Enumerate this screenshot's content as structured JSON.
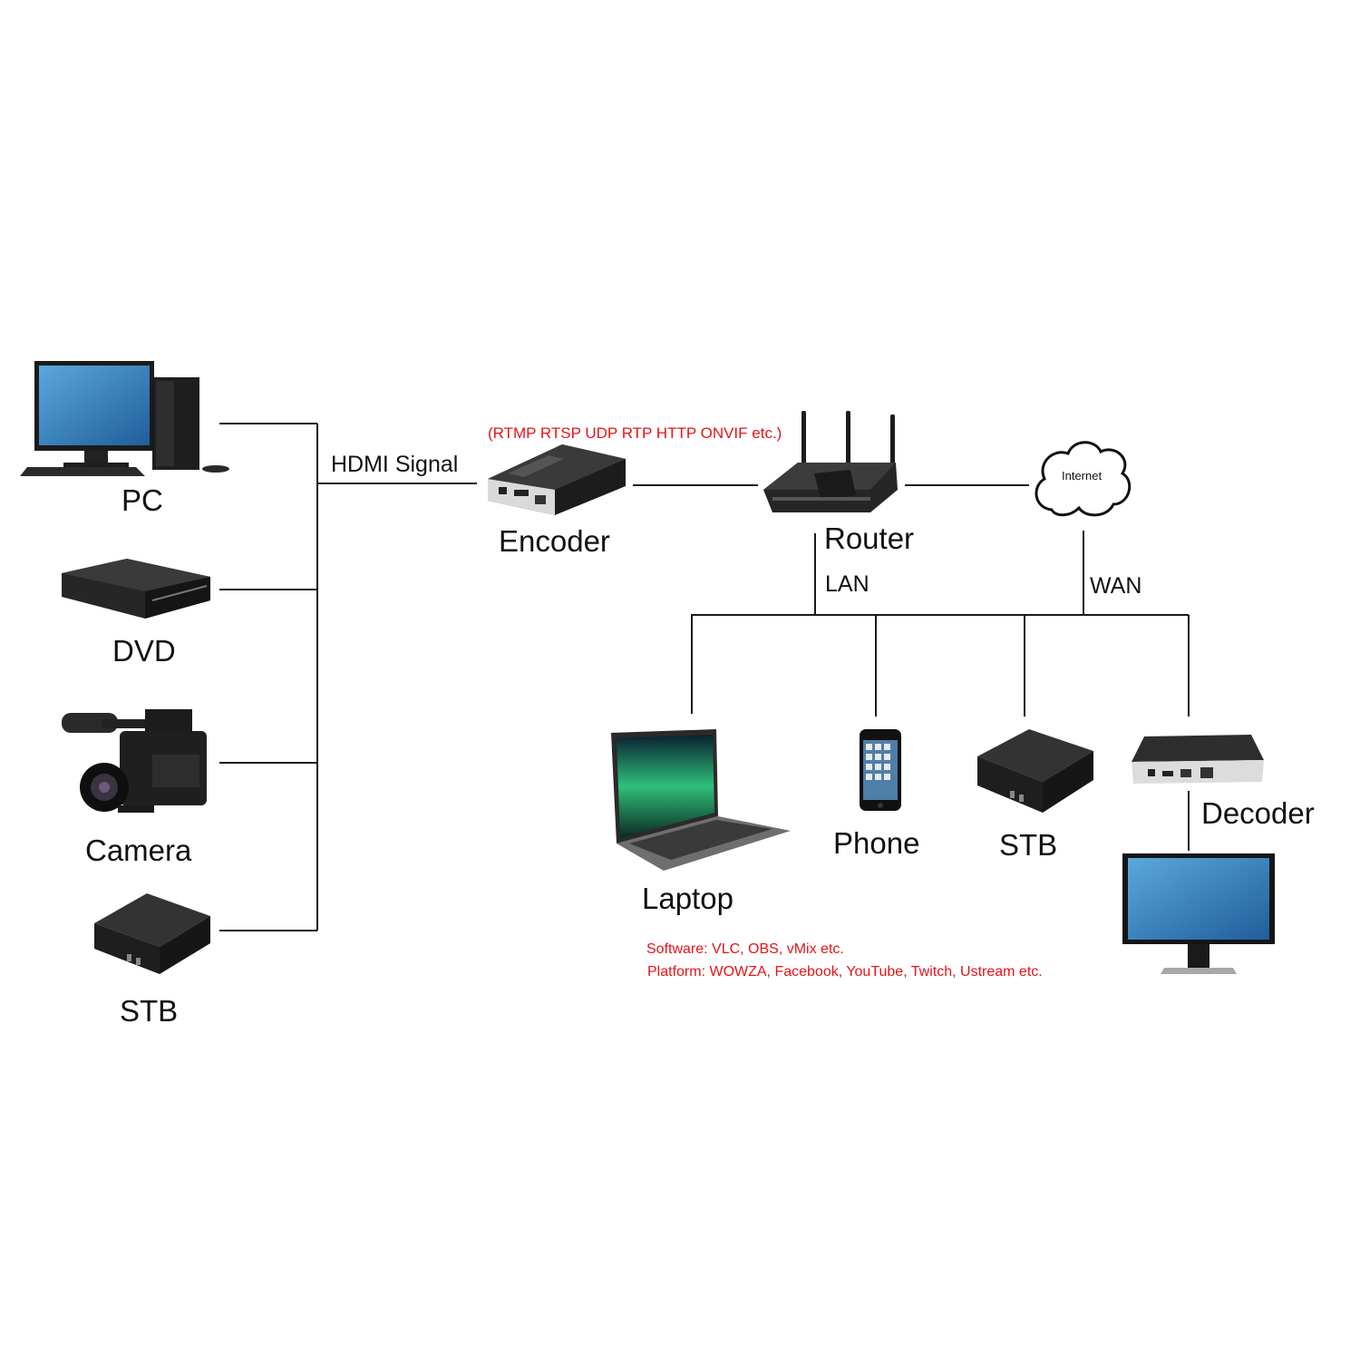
{
  "sources": {
    "pc": "PC",
    "dvd": "DVD",
    "camera": "Camera",
    "stb": "STB"
  },
  "link_label": "HDMI Signal",
  "encoder": {
    "label": "Encoder",
    "protocols": "(RTMP RTSP UDP RTP HTTP ONVIF etc.)"
  },
  "router": {
    "label": "Router",
    "lan_label": "LAN"
  },
  "internet": {
    "label": "Internet",
    "wan_label": "WAN"
  },
  "clients": {
    "laptop": "Laptop",
    "phone": "Phone",
    "stb": "STB",
    "decoder": "Decoder"
  },
  "notes": {
    "software": "Software: VLC, OBS, vMix etc.",
    "platform": "Platform: WOWZA, Facebook, YouTube, Twitch, Ustream etc."
  },
  "colors": {
    "line": "#1a1a1a",
    "note_text": "#e4141b",
    "device_dark": "#222222",
    "screen_blue": "#2f7fc0"
  },
  "icons": [
    "desktop-pc-icon",
    "dvd-player-icon",
    "video-camera-icon",
    "set-top-box-icon",
    "encoder-icon",
    "wifi-router-icon",
    "cloud-icon",
    "laptop-icon",
    "smartphone-icon",
    "decoder-icon",
    "monitor-icon"
  ]
}
